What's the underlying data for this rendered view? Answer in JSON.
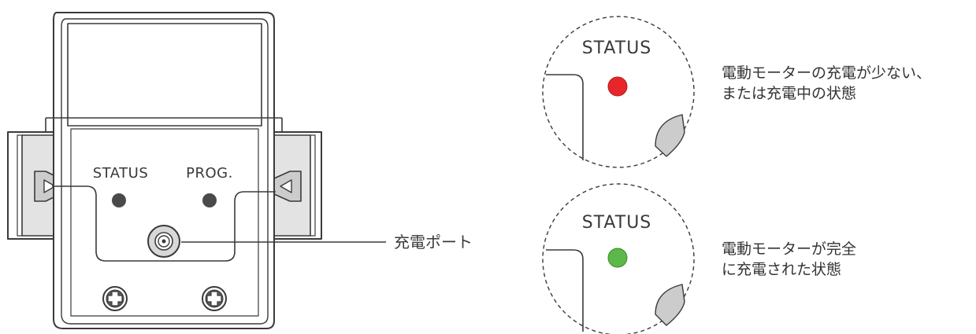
{
  "device": {
    "status_label": "STATUS",
    "prog_label": "PROG.",
    "charge_port_callout": "充電ポート"
  },
  "zoom_views": [
    {
      "status_label": "STATUS",
      "led_color": "#e8262a",
      "led_state": "red",
      "description": [
        "電動モーターの充電が少ない、",
        "または充電中の状態"
      ]
    },
    {
      "status_label": "STATUS",
      "led_color": "#5cb848",
      "led_state": "green",
      "description": [
        "電動モーターが完全",
        "に充電された状態"
      ]
    }
  ],
  "colors": {
    "outline": "#3a3a3a",
    "led_off": "#4a4a4a",
    "side_panel_fill": "#e3e3e3",
    "port_fill": "#d8d8d8"
  },
  "icons": {
    "screws": "phillips-screw-icon",
    "port": "charge-port-icon"
  }
}
